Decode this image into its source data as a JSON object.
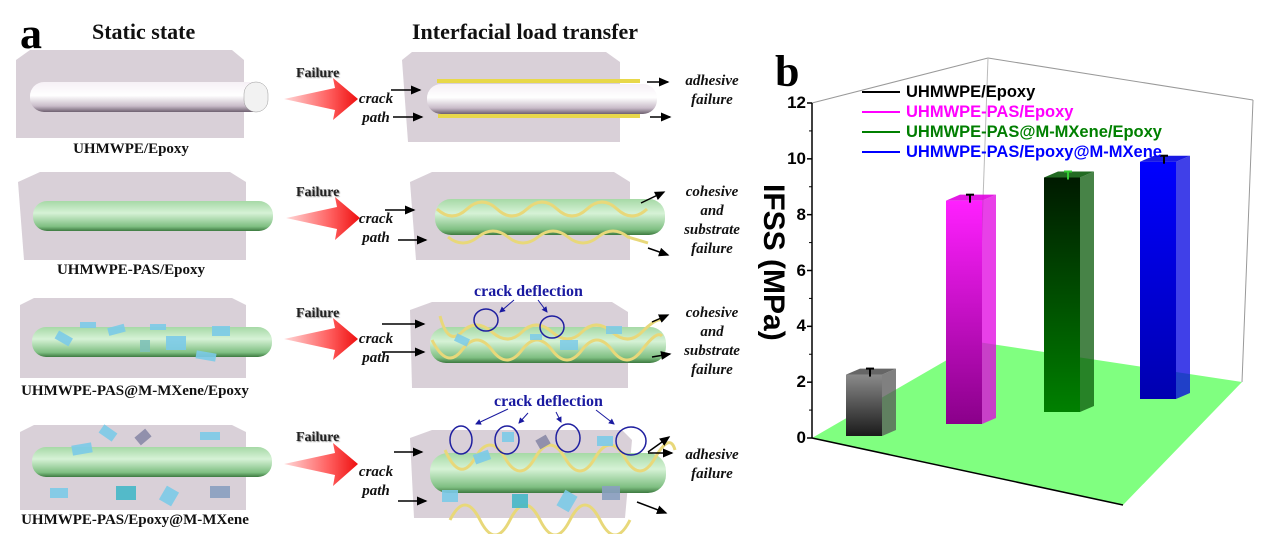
{
  "panel_a": {
    "letter": "a",
    "columns": {
      "static": "Static state",
      "transfer": "Interfacial load transfer"
    },
    "arrow_label": "Failure",
    "crack_path": [
      "crack",
      "path"
    ],
    "rows": [
      {
        "caption": "UHMWPE/Epoxy",
        "fiber": "plain",
        "crack_type": "straight",
        "failure": [
          "adhesive",
          "failure"
        ],
        "deflection_label": ""
      },
      {
        "caption": "UHMWPE-PAS/Epoxy",
        "fiber": "PAS-coated",
        "crack_type": "wavy",
        "failure": [
          "cohesive",
          "and",
          "substrate",
          "failure"
        ],
        "deflection_label": ""
      },
      {
        "caption": "UHMWPE-PAS@M-MXene/Epoxy",
        "fiber": "PAS-coated with MXene on surface",
        "crack_type": "wavy-deflected",
        "failure": [
          "cohesive",
          "and",
          "substrate",
          "failure"
        ],
        "deflection_label": "crack deflection"
      },
      {
        "caption": "UHMWPE-PAS/Epoxy@M-MXene",
        "fiber": "PAS-coated with MXene in matrix",
        "crack_type": "wavy-deflected",
        "failure": [
          "adhesive",
          "failure"
        ],
        "deflection_label": "crack deflection"
      }
    ]
  },
  "panel_b": {
    "letter": "b"
  },
  "chart_data": {
    "type": "bar",
    "style": "3D bar",
    "title": "",
    "xlabel": "",
    "ylabel": "IFSS (MPa)",
    "ylim": [
      0,
      12
    ],
    "yticks": [
      "0",
      "2",
      "4",
      "6",
      "8",
      "10",
      "12"
    ],
    "categories": [
      "UHMWPE/Epoxy",
      "UHMWPE-PAS/Epoxy",
      "UHMWPE-PAS@M-MXene/Epoxy",
      "UHMWPE-PAS/Epoxy@M-MXene"
    ],
    "values": [
      2.2,
      8.0,
      8.4,
      8.5
    ],
    "colors": [
      "#555555",
      "#e000e0",
      "#0a5a0a",
      "#0000e0"
    ],
    "legend": {
      "placement": "top",
      "entries": [
        {
          "label": "UHMWPE/Epoxy",
          "color": "#000000"
        },
        {
          "label": "UHMWPE-PAS/Epoxy",
          "color": "#ff00ff"
        },
        {
          "label": "UHMWPE-PAS@M-MXene/Epoxy",
          "color": "#008000"
        },
        {
          "label": "UHMWPE-PAS/Epoxy@M-MXene",
          "color": "#0000ff"
        }
      ]
    },
    "floor_color": "#80ff80",
    "grid": false
  }
}
